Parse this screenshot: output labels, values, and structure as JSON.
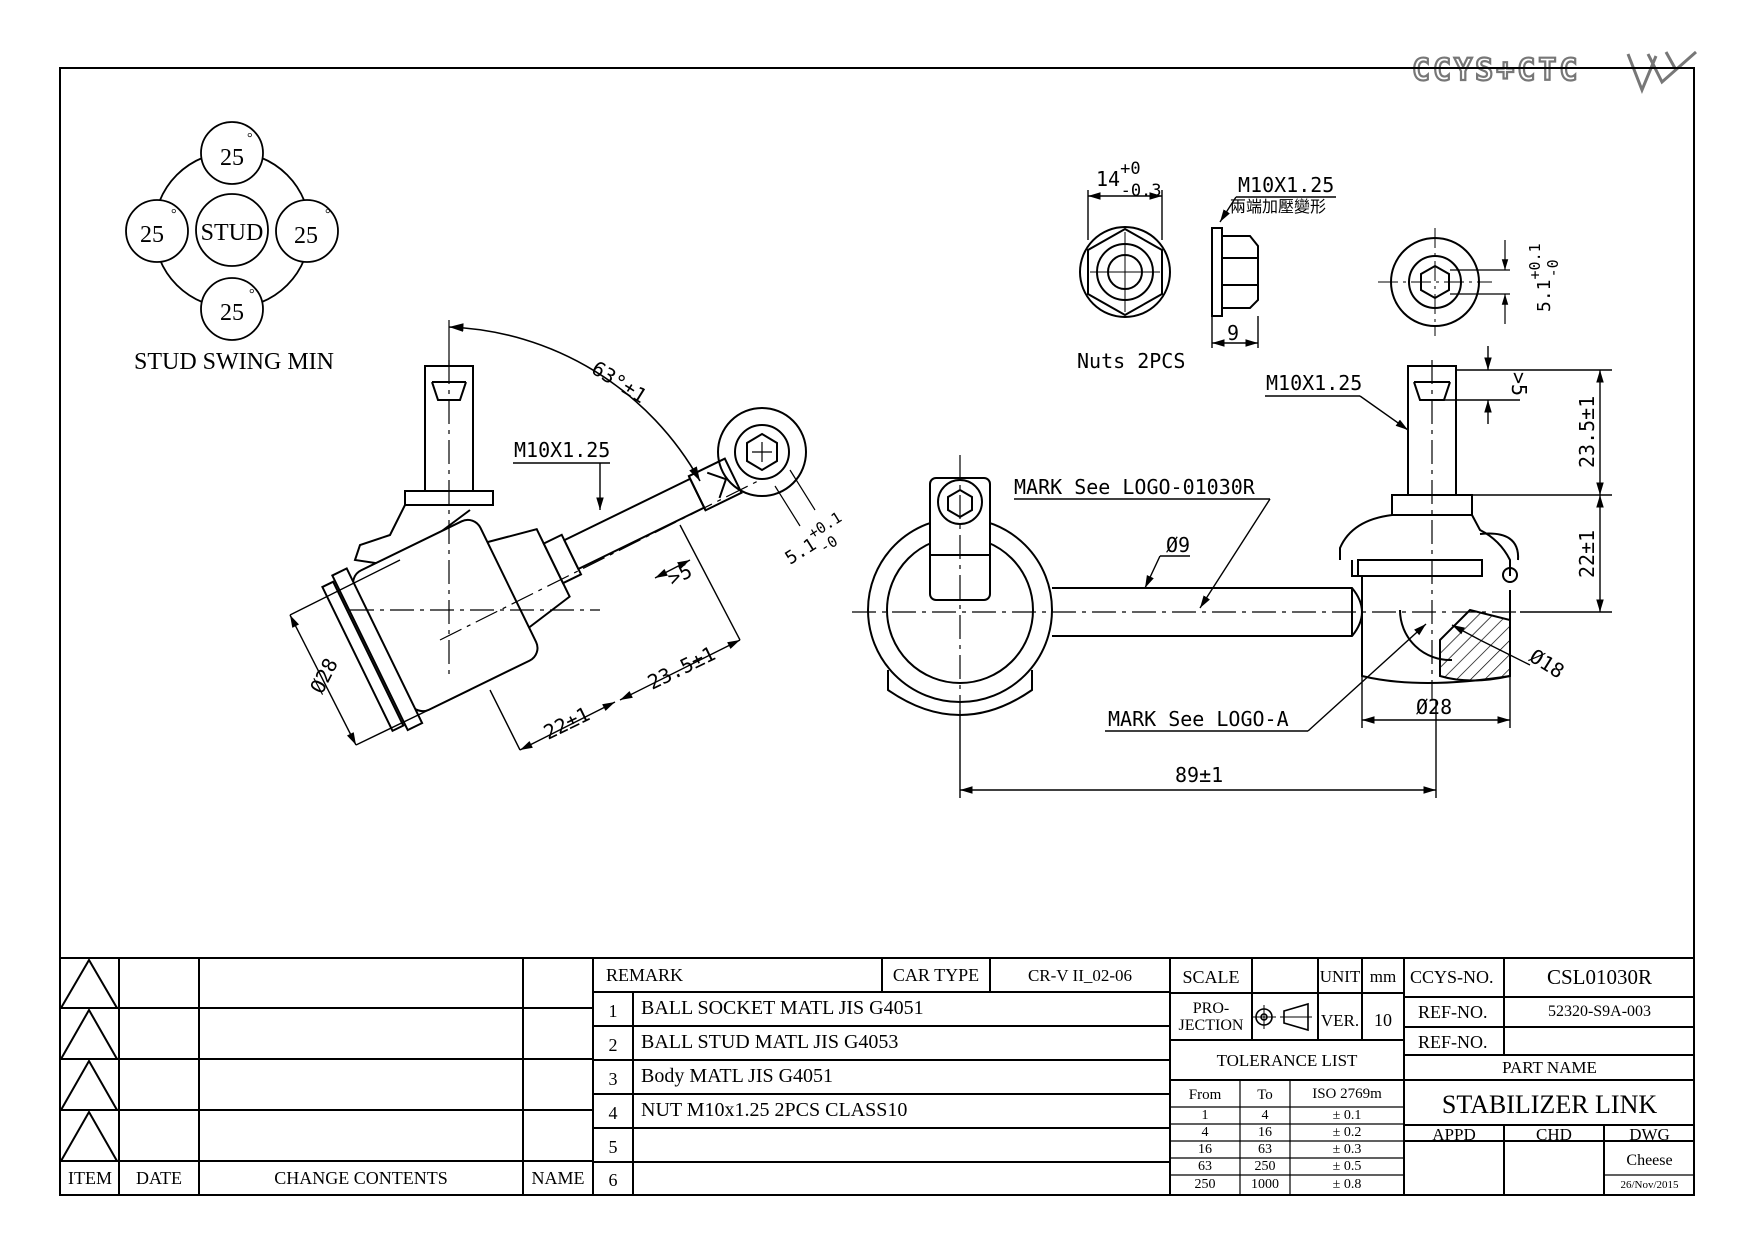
{
  "brand": {
    "logo_text": "CCYS+CTC"
  },
  "swing": {
    "center": "STUD",
    "angle_top": "25",
    "angle_left": "25",
    "angle_right": "25",
    "angle_bottom": "25",
    "degree": "°",
    "caption": "STUD SWING MIN"
  },
  "dims": {
    "angle": "63°±1",
    "thread_left": "M10X1.25",
    "gt5_left": ">5",
    "stud_len_left": "23.5±1",
    "body_len_left": "22±1",
    "dia28_left": "Ø28",
    "hex_dim_left": "5.1+0.1/-0",
    "nut_width": "14+0/-0.3",
    "nut_thread": "M10X1.25",
    "nut_note": "兩端加壓變形",
    "nut_thk": "9",
    "nut_caption": "Nuts 2PCS",
    "hex_dim_right": "5.1+0.1/-0",
    "thread_right": "M10X1.25",
    "gt5_right": ">5",
    "stud_len_right": "23.5±1",
    "body_len_right": "22±1",
    "mark_logo": "MARK See LOGO-01030R",
    "bar_dia": "Ø9",
    "ball_dia": "Ø18",
    "socket_dia": "Ø28",
    "mark_logo_a": "MARK See LOGO-A",
    "length": "89±1"
  },
  "revision": {
    "col_item": "ITEM",
    "col_date": "DATE",
    "col_contents": "CHANGE CONTENTS",
    "col_name": "NAME"
  },
  "remarks": {
    "header": "REMARK",
    "car_type_label": "CAR TYPE",
    "car_type_value": "CR-V II_02-06",
    "items": [
      {
        "no": "1",
        "text": "BALL SOCKET MATL JIS G4051"
      },
      {
        "no": "2",
        "text": "BALL STUD MATL JIS G4053"
      },
      {
        "no": "3",
        "text": "Body MATL JIS G4051"
      },
      {
        "no": "4",
        "text": "NUT M10x1.25 2PCS CLASS10"
      },
      {
        "no": "5",
        "text": ""
      },
      {
        "no": "6",
        "text": ""
      }
    ]
  },
  "spec": {
    "scale_label": "SCALE",
    "unit_label": "UNIT",
    "unit_value": "mm",
    "projection_label_1": "PRO-",
    "projection_label_2": "JECTION",
    "ver_label": "VER.",
    "ver_value": "10",
    "tolerance_title": "TOLERANCE LIST",
    "tol_from": "From",
    "tol_to": "To",
    "tol_iso": "ISO 2769m",
    "tolerance": [
      {
        "from": "1",
        "to": "4",
        "tol": "± 0.1"
      },
      {
        "from": "4",
        "to": "16",
        "tol": "± 0.2"
      },
      {
        "from": "16",
        "to": "63",
        "tol": "± 0.3"
      },
      {
        "from": "63",
        "to": "250",
        "tol": "± 0.5"
      },
      {
        "from": "250",
        "to": "1000",
        "tol": "± 0.8"
      }
    ]
  },
  "part": {
    "ccys_label": "CCYS-NO.",
    "ccys_value": "CSL01030R",
    "ref1_label": "REF-NO.",
    "ref1_value": "52320-S9A-003",
    "ref2_label": "REF-NO.",
    "ref2_value": "",
    "name_label": "PART NAME",
    "name_value": "STABILIZER LINK",
    "appd_label": "APPD",
    "chd_label": "CHD",
    "dwg_label": "DWG",
    "dwg_by": "Cheese",
    "date": "26/Nov/2015"
  }
}
